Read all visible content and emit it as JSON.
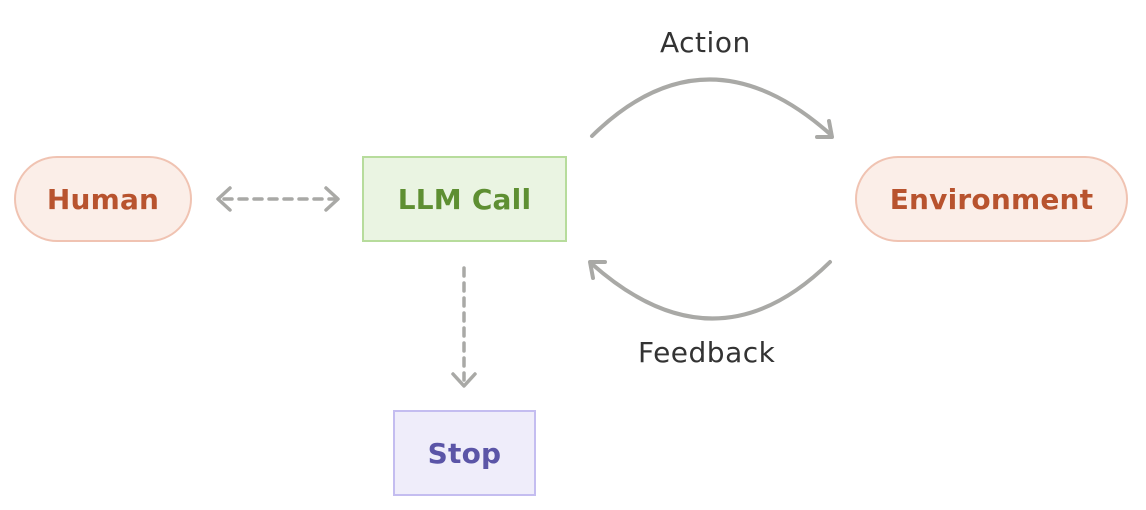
{
  "nodes": {
    "human": {
      "label": "Human",
      "text_color": "#b8532e",
      "fill": "#fbeee8"
    },
    "llm_call": {
      "label": "LLM Call",
      "text_color": "#5e8f32",
      "fill": "#eaf4e2"
    },
    "environment": {
      "label": "Environment",
      "text_color": "#b8532e",
      "fill": "#fbeee8"
    },
    "stop": {
      "label": "Stop",
      "text_color": "#5b55a7",
      "fill": "#efedfa"
    }
  },
  "edges": {
    "action_label": "Action",
    "feedback_label": "Feedback"
  },
  "colors": {
    "arrow": "#a9a9a6",
    "dashed_arrow": "#a9a9a6"
  }
}
